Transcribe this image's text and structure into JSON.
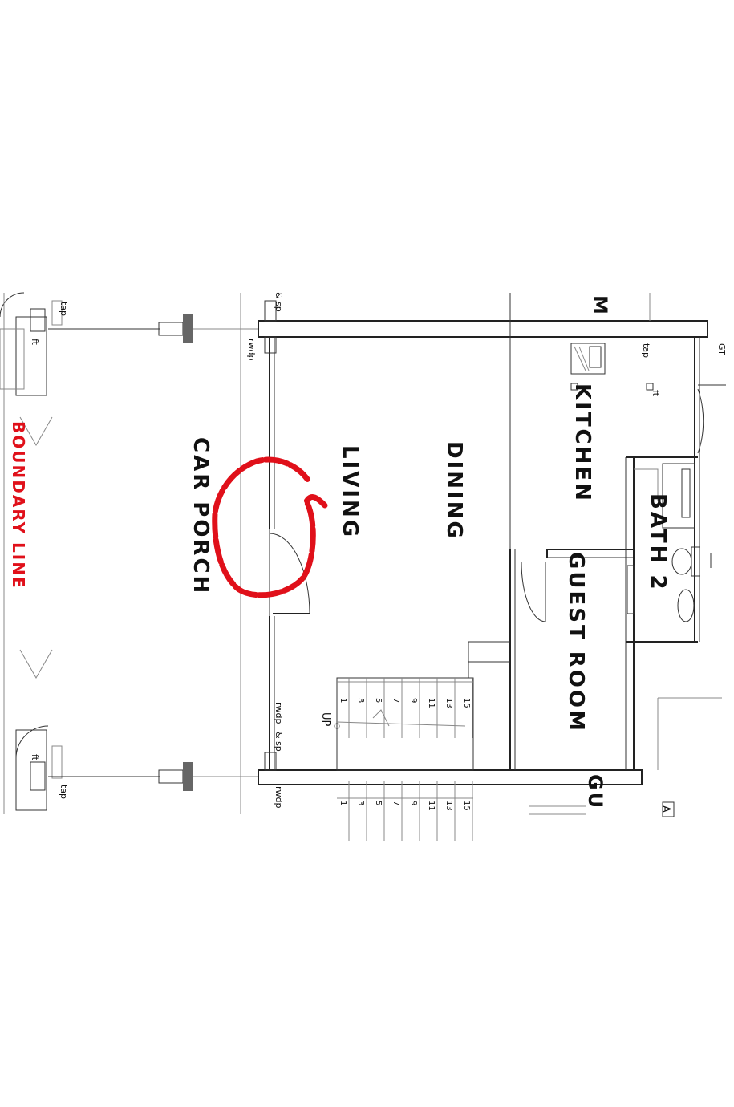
{
  "rooms": {
    "living": "LIVING",
    "dining": "DINING",
    "kitchen": "KITCHEN",
    "bath2": "BATH 2",
    "guest_room": "GUEST ROOM",
    "car_porch": "CAR PORCH",
    "partial_top": "M",
    "partial_bottom": "GU"
  },
  "boundary": {
    "label": "BOUNDARY LINE",
    "color": "#e0101a"
  },
  "notes": {
    "tap_top_left": "tap",
    "ft_top_left": "ft",
    "sp_top": "& sp",
    "rwdp_top": "rwdp",
    "tap_kitchen": "tap",
    "ft_kitchen": "ft",
    "gt": "GT",
    "rwdp_mid": "rwdp",
    "rwdp_sp_mid": "& sp",
    "rwdp_bottom": "rwdp",
    "tap_bottom_left": "tap",
    "ft_bottom_left": "ft",
    "up": "UP",
    "a_mark": "A"
  },
  "stairs": {
    "steps_main": [
      "1",
      "3",
      "5",
      "7",
      "9",
      "11",
      "13",
      "15"
    ],
    "steps_lower": [
      "1",
      "3",
      "5",
      "7",
      "9",
      "11",
      "13",
      "15"
    ]
  },
  "annotation": {
    "shape": "circle",
    "color": "#e0101a"
  }
}
